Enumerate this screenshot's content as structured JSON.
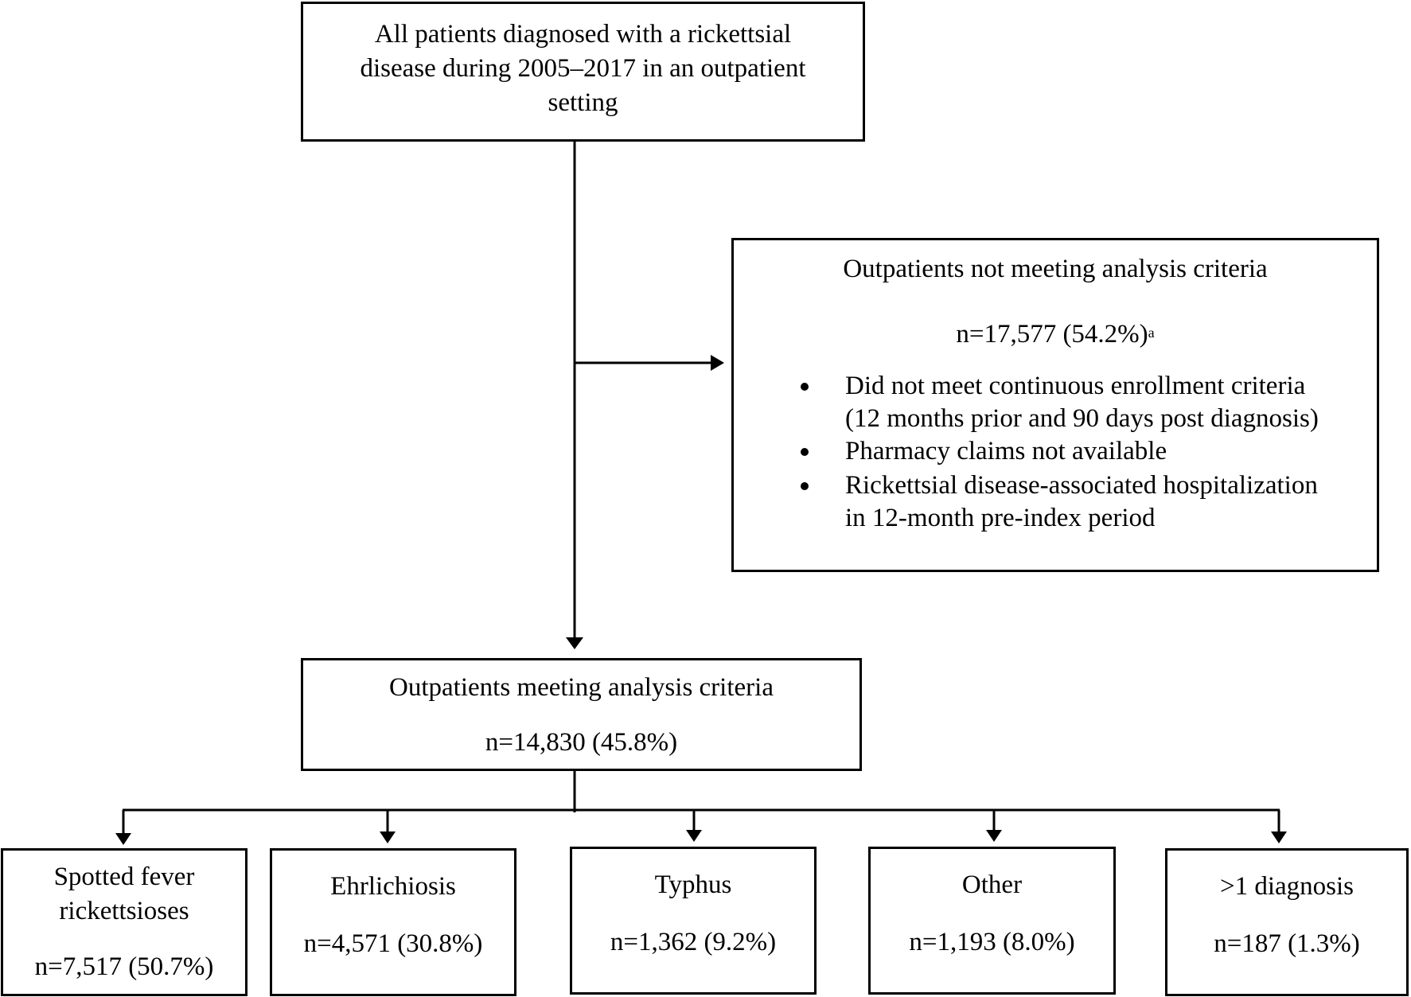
{
  "diagram": {
    "start_box": {
      "lines": [
        "All patients diagnosed with a rickettsial",
        "disease during 2005–2017 in an outpatient",
        "setting"
      ]
    },
    "excluded_box": {
      "title": "Outpatients not meeting analysis criteria",
      "count": "n=17,577 (54.2%)",
      "count_footnote": "a",
      "reasons": [
        {
          "lines": [
            "Did not meet continuous enrollment criteria",
            "(12 months prior and 90 days post diagnosis)"
          ]
        },
        {
          "lines": [
            "Pharmacy claims not available"
          ]
        },
        {
          "lines": [
            "Rickettsial disease-associated hospitalization",
            "in 12-month pre-index period"
          ]
        }
      ]
    },
    "included_box": {
      "title": "Outpatients meeting analysis criteria",
      "count": "n=14,830 (45.8%)"
    },
    "categories": [
      {
        "lines": [
          "Spotted fever",
          "rickettsioses"
        ],
        "count": "n=7,517 (50.7%)"
      },
      {
        "lines": [
          "Ehrlichiosis"
        ],
        "count": "n=4,571 (30.8%)"
      },
      {
        "lines": [
          "Typhus"
        ],
        "count": "n=1,362 (9.2%)"
      },
      {
        "lines": [
          "Other"
        ],
        "count": "n=1,193 (8.0%)"
      },
      {
        "lines": [
          ">1 diagnosis"
        ],
        "count": "n=187 (1.3%)"
      }
    ]
  }
}
